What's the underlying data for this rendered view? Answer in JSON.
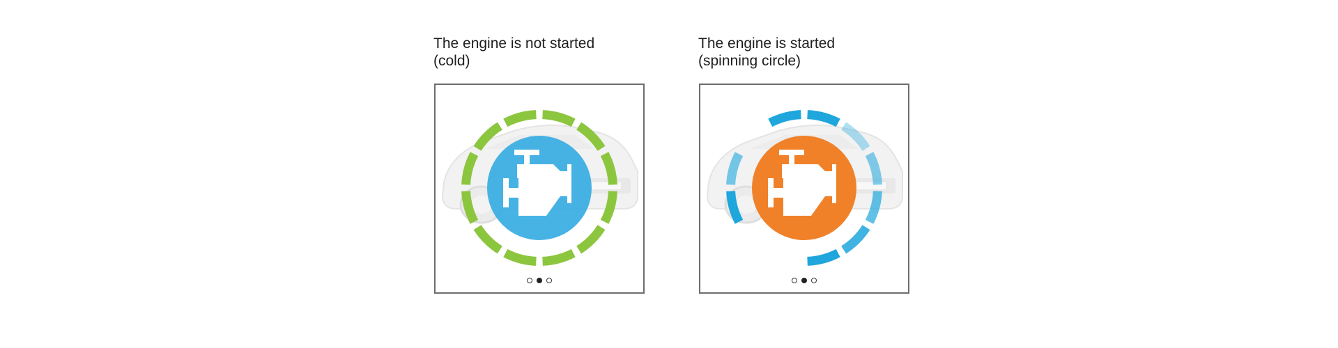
{
  "panels": [
    {
      "caption_line1": "The engine is not started",
      "caption_line2": "(cold)",
      "indicator_color": "#39ade3",
      "ring_color": "#8cc63f",
      "state": "cold",
      "carousel": {
        "pages": 3,
        "active_page": 2
      }
    },
    {
      "caption_line1": "The engine is started",
      "caption_line2": "(spinning circle)",
      "indicator_color": "#ef7d22",
      "ring_color": "#1ea6dd",
      "state": "spinning",
      "carousel": {
        "pages": 3,
        "active_page": 2
      }
    }
  ],
  "icons": {
    "engine": "engine-icon",
    "car": "car-silhouette"
  }
}
